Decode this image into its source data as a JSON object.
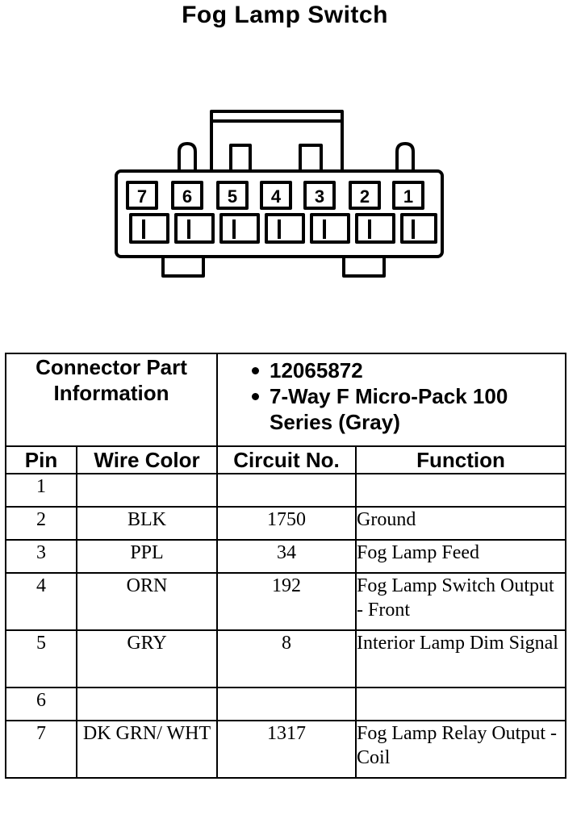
{
  "title": "Fog Lamp Switch",
  "connector": {
    "pin_labels": [
      "7",
      "6",
      "5",
      "4",
      "3",
      "2",
      "1"
    ]
  },
  "info": {
    "label": "Connector Part Information",
    "items": [
      "12065872",
      "7-Way F Micro-Pack 100 Series (Gray)"
    ]
  },
  "headers": {
    "pin": "Pin",
    "wire_color": "Wire Color",
    "circuit": "Circuit No.",
    "function": "Function"
  },
  "rows": [
    {
      "pin": "1",
      "wire": "",
      "circuit": "",
      "function": ""
    },
    {
      "pin": "2",
      "wire": "BLK",
      "circuit": "1750",
      "function": "Ground"
    },
    {
      "pin": "3",
      "wire": "PPL",
      "circuit": "34",
      "function": "Fog Lamp Feed"
    },
    {
      "pin": "4",
      "wire": "ORN",
      "circuit": "192",
      "function": "Fog Lamp Switch Output - Front"
    },
    {
      "pin": "5",
      "wire": "GRY",
      "circuit": "8",
      "function": "Interior Lamp Dim Signal"
    },
    {
      "pin": "6",
      "wire": "",
      "circuit": "",
      "function": ""
    },
    {
      "pin": "7",
      "wire": "DK GRN/ WHT",
      "circuit": "1317",
      "function": "Fog Lamp Relay Output - Coil"
    }
  ]
}
